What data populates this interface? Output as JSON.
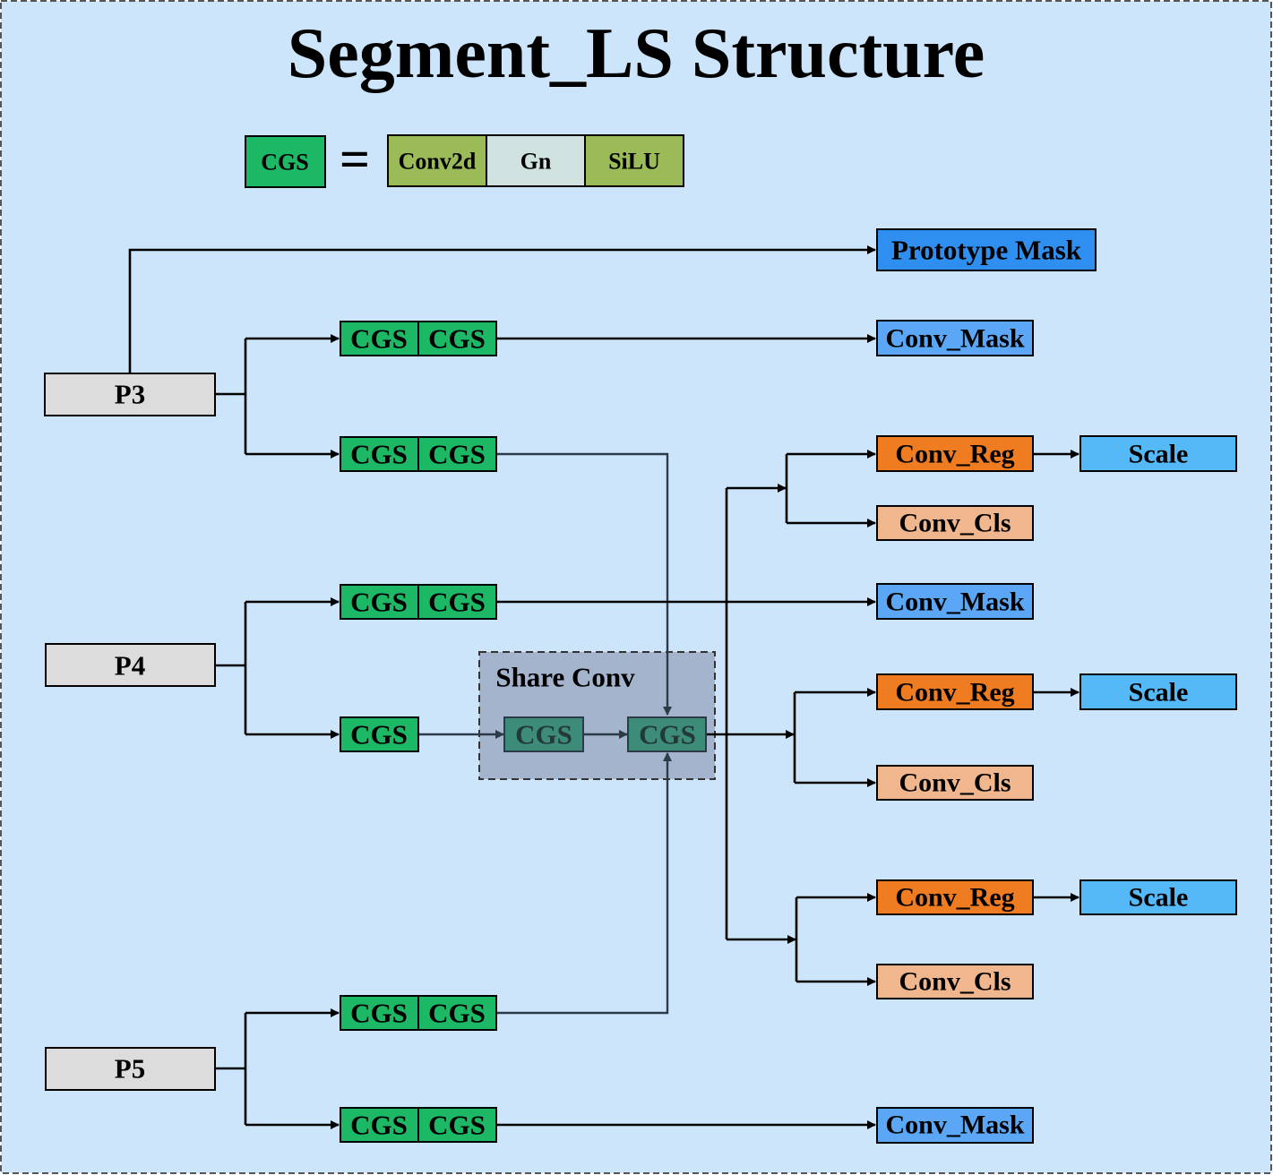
{
  "title": "Segment_LS Structure",
  "legend": {
    "cgs": "CGS",
    "equals": "=",
    "parts": [
      "Conv2d",
      "Gn",
      "SiLU"
    ]
  },
  "inputs": {
    "p3": "P3",
    "p4": "P4",
    "p5": "P5"
  },
  "cgs_label": "CGS",
  "share_conv": {
    "label": "Share Conv"
  },
  "outputs": {
    "prototype_mask": "Prototype Mask",
    "conv_mask": "Conv_Mask",
    "conv_reg": "Conv_Reg",
    "conv_cls": "Conv_Cls",
    "scale": "Scale"
  },
  "colors": {
    "background": "#cce5fb",
    "cgs_green": "#1db865",
    "share_cgs": "#3d8c7a",
    "share_box": "#a3b4cc",
    "conv2d": "#9bbb59",
    "gn": "#cfe2df",
    "silu": "#9bbb59",
    "input_gray": "#dcdcdc",
    "prototype_blue": "#2e8ff0",
    "mask_blue": "#5ba6f5",
    "reg_orange": "#f07c22",
    "cls_peach": "#f0b68e",
    "scale_blue": "#55b8f7"
  }
}
